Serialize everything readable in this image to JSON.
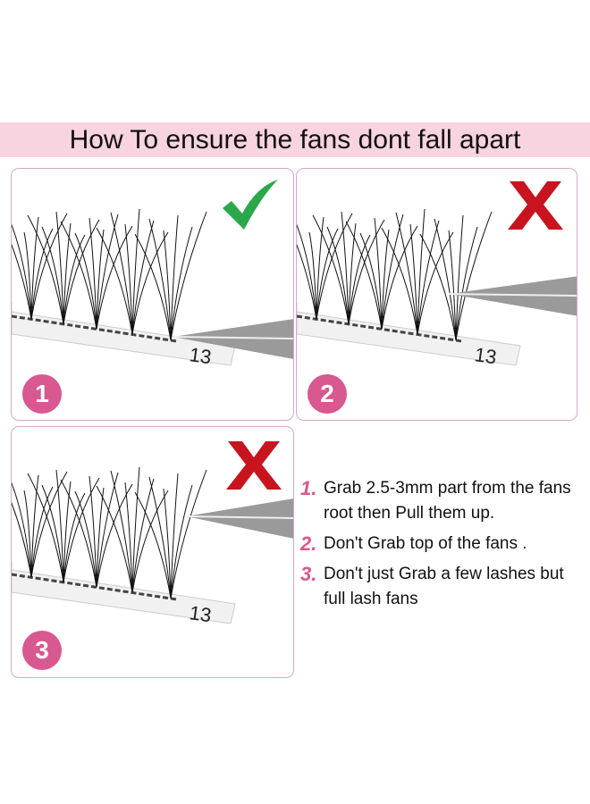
{
  "title": "How To ensure the fans dont fall apart",
  "panels": [
    {
      "number": "1",
      "verdict": "check-mark",
      "tray_label": "13"
    },
    {
      "number": "2",
      "verdict": "cross-mark",
      "tray_label": "13"
    },
    {
      "number": "3",
      "verdict": "cross-mark",
      "tray_label": "13"
    }
  ],
  "colors": {
    "accent_pink": "#d85890",
    "banner": "#f8d3e0",
    "check": "#2aa84a",
    "cross": "#c8141e"
  },
  "steps": [
    {
      "number": "1.",
      "text": "Grab 2.5-3mm part from the fans root then Pull them up."
    },
    {
      "number": "2.",
      "text": "Don't Grab top of the fans ."
    },
    {
      "number": "3.",
      "text": "Don't just Grab a few lashes but full lash fans"
    }
  ]
}
